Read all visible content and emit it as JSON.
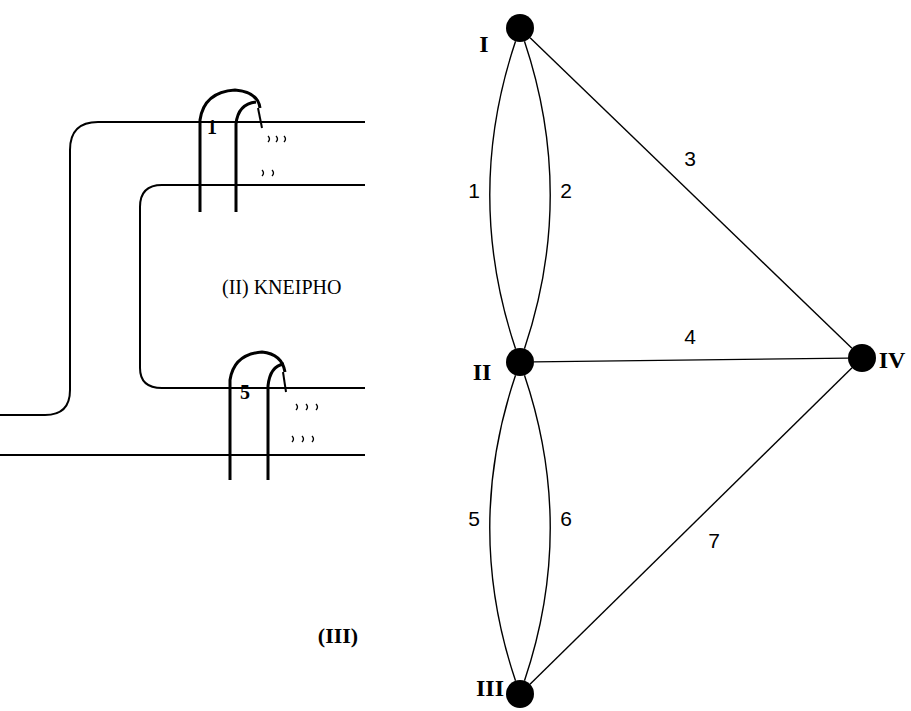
{
  "diagram": {
    "nodes": [
      {
        "text": [
          "I"
        ]
      },
      {
        "text": [
          "II"
        ]
      },
      {
        "text": [
          "III"
        ]
      },
      {
        "text": [
          "IV"
        ]
      }
    ],
    "edges": [
      {
        "from": 0,
        "to": 1,
        "label": "1",
        "arrow": "none"
      },
      {
        "from": 0,
        "to": 1,
        "label": "2",
        "arrow": "none"
      },
      {
        "from": 0,
        "to": 3,
        "label": "3",
        "arrow": "none"
      },
      {
        "from": 1,
        "to": 3,
        "label": "4",
        "arrow": "none"
      },
      {
        "from": 1,
        "to": 2,
        "label": "5",
        "arrow": "none"
      },
      {
        "from": 1,
        "to": 2,
        "label": "6",
        "arrow": "none"
      },
      {
        "from": 2,
        "to": 3,
        "label": "7",
        "arrow": "none"
      }
    ],
    "labels": [
      "1",
      "5",
      "(II) KNEIPHO",
      "(III)"
    ]
  }
}
